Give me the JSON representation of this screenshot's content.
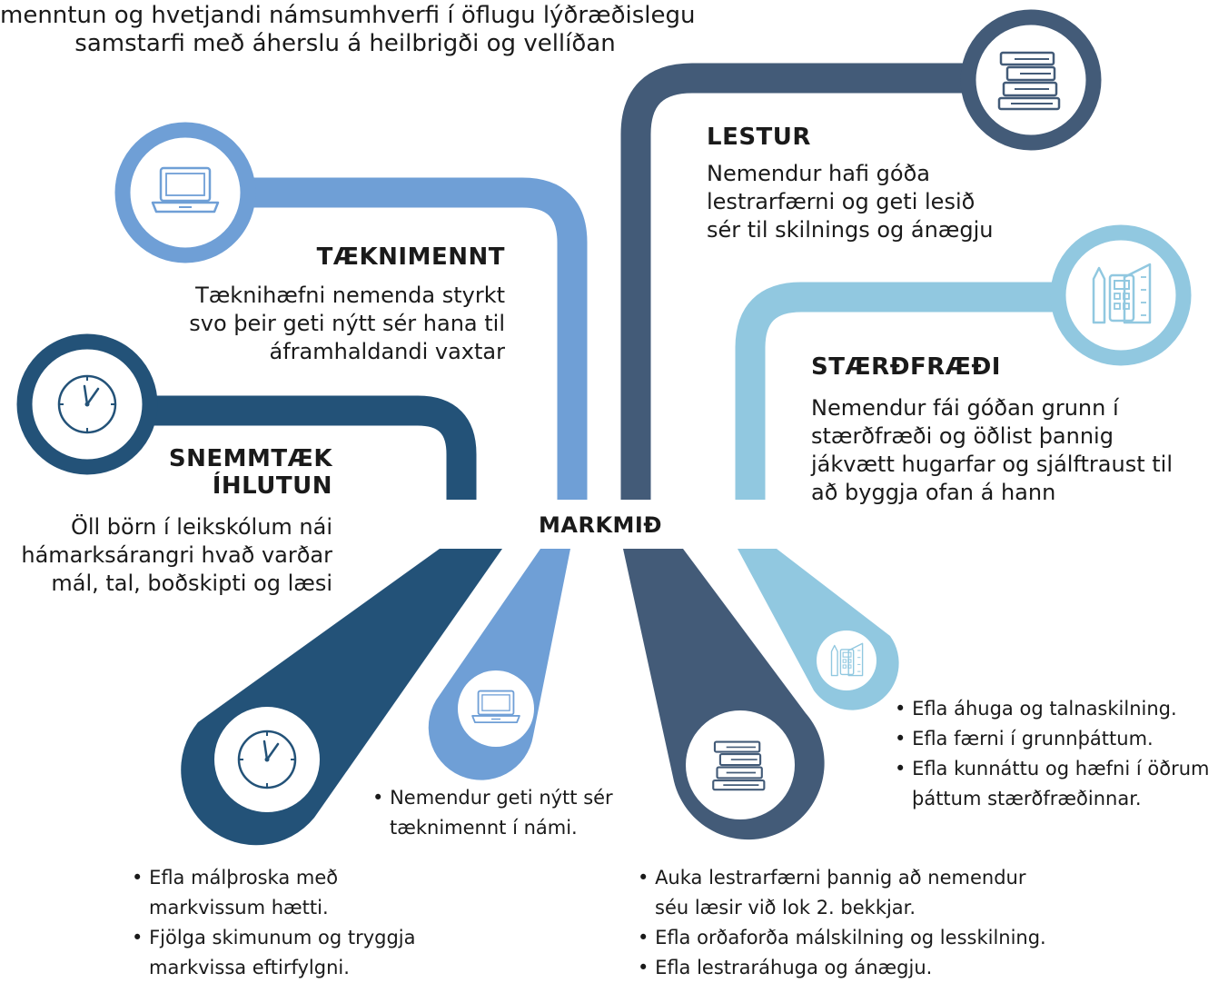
{
  "intro": {
    "line1": "menntun og hvetjandi námsumhverfi í öflugu lýðræðislegu",
    "line2": "samstarfi með áherslu á heilbrigði og vellíðan"
  },
  "center": {
    "label": "MARKMIÐ"
  },
  "colors": {
    "taekni": "#6f9fd6",
    "lestur": "#435b78",
    "staerd": "#91c8e0",
    "snemm": "#235278"
  },
  "goals": {
    "taekni": {
      "title": "TÆKNIMENNT",
      "lines": [
        "Tæknihæfni nemenda styrkt",
        "svo þeir geti nýtt sér hana til",
        "áframhaldandi vaxtar"
      ],
      "icon": "laptop-icon"
    },
    "lestur": {
      "title": "LESTUR",
      "lines": [
        "Nemendur hafi góða",
        "lestrarfærni og geti lesið",
        "sér til skilnings og ánægju"
      ],
      "icon": "books-icon"
    },
    "staerd": {
      "title": "STÆRÐFRÆÐI",
      "lines": [
        "Nemendur fái góðan grunn í",
        "stærðfræði og öðlist þannig",
        "jákvætt hugarfar og sjálftraust til",
        "að byggja ofan á hann"
      ],
      "icon": "math-tools-icon"
    },
    "snemm": {
      "title_lines": [
        "SNEMMTÆK",
        "ÍHLUTUN"
      ],
      "lines": [
        "Öll börn í leikskólum nái",
        "hámarksárangri hvað varðar",
        "mál, tal, boðskipti og læsi"
      ],
      "icon": "clock-icon"
    }
  },
  "actions": {
    "snemm": [
      {
        "first": "Efla málþroska með",
        "rest": "markvissum hætti."
      },
      {
        "first": "Fjölga skimunum og tryggja",
        "rest": "markvissa eftirfylgni."
      }
    ],
    "taekni": [
      {
        "first": "Nemendur geti nýtt sér",
        "rest": "tæknimennt í námi."
      }
    ],
    "lestur": [
      {
        "first": "Auka lestrarfærni þannig að nemendur",
        "rest": "séu læsir við lok 2. bekkjar."
      },
      {
        "first": "Efla orðaforða málskilning og lesskilning.",
        "rest": ""
      },
      {
        "first": "Efla lestraráhuga og ánægju.",
        "rest": ""
      }
    ],
    "staerd": [
      {
        "first": "Efla áhuga og talnaskilning.",
        "rest": ""
      },
      {
        "first": "Efla færni í grunnþáttum.",
        "rest": ""
      },
      {
        "first": "Efla kunnáttu og hæfni í öðrum",
        "rest": "þáttum stærðfræðinnar."
      }
    ]
  }
}
